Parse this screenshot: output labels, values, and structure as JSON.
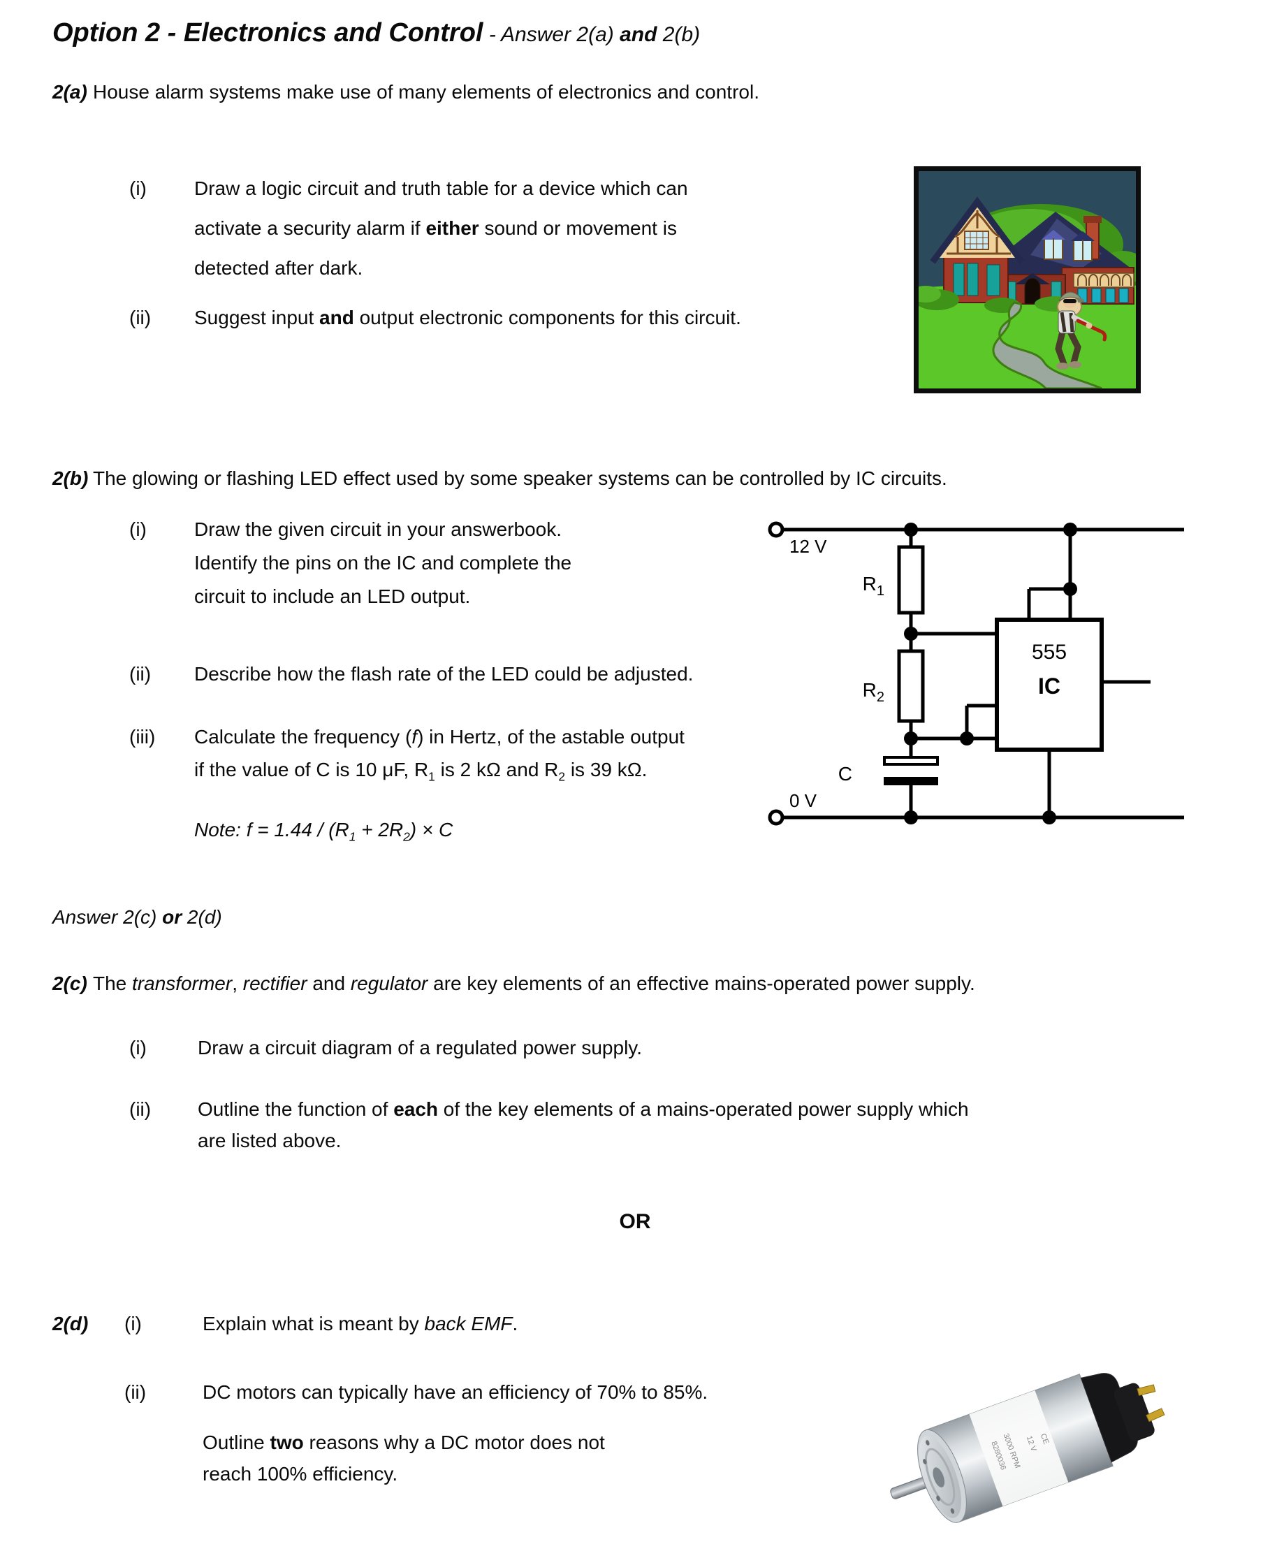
{
  "title": {
    "main": "Option 2 - Electronics and Control",
    "sub_pre": " - Answer 2(a) ",
    "sub_bold": "and",
    "sub_post": " 2(b)"
  },
  "q2a": {
    "label": "2(a)",
    "intro": "House alarm systems make use of many elements of electronics and control.",
    "i": {
      "label": "(i)",
      "line1": "Draw a logic circuit and truth table for a device which can",
      "line2_pre": "activate a security alarm if ",
      "line2_bold": "either",
      "line2_post": " sound or movement is",
      "line3": "detected after dark."
    },
    "ii": {
      "label": "(ii)",
      "pre": "Suggest input ",
      "bold": "and",
      "post": " output electronic components for this circuit."
    }
  },
  "q2b": {
    "label": "2(b)",
    "intro": "The glowing or flashing LED effect used by some speaker systems can be controlled by IC circuits.",
    "i": {
      "label": "(i)",
      "line1": "Draw the given circuit in your answerbook.",
      "line2": "Identify the pins on the IC and complete the",
      "line3": "circuit to include an LED output."
    },
    "ii": {
      "label": "(ii)",
      "text": "Describe how the flash rate of the LED could be adjusted."
    },
    "iii": {
      "label": "(iii)",
      "line1_pre": "Calculate the frequency (",
      "line1_f": "f",
      "line1_post": ") in Hertz, of the astable output",
      "line2_pre": "if the value of C is 10 μF, R",
      "line2_sub1": "1",
      "line2_mid": " is 2 kΩ and R",
      "line2_sub2": "2",
      "line2_post": " is 39 kΩ."
    },
    "note": {
      "pre": "Note: ",
      "f": "f",
      "mid1": " = 1.44 / (R",
      "sub1": "1",
      "mid2": " + 2R",
      "sub2": "2",
      "post": ") × C"
    }
  },
  "circuit": {
    "v12": "12 V",
    "v0": "0 V",
    "r1_base": "R",
    "r1_sub": "1",
    "r2_base": "R",
    "r2_sub": "2",
    "cap": "C",
    "ic_type": "555",
    "ic_name": "IC"
  },
  "answer_cd": {
    "pre": "Answer 2(c) ",
    "bold": "or",
    "post": " 2(d)"
  },
  "q2c": {
    "label": "2(c)",
    "intro_pre": "The ",
    "intro_it1": "transformer",
    "intro_m1": ", ",
    "intro_it2": "rectifier",
    "intro_m2": " and ",
    "intro_it3": "regulator",
    "intro_post": " are key elements of an effective mains-operated power supply.",
    "i": {
      "label": "(i)",
      "text": "Draw a circuit diagram of a regulated power supply."
    },
    "ii": {
      "label": "(ii)",
      "line1_pre": "Outline the function of ",
      "line1_bold": "each",
      "line1_post": " of the key elements of a mains-operated power supply which",
      "line2": "are listed above."
    }
  },
  "or_divider": "OR",
  "q2d": {
    "label": "2(d)",
    "i": {
      "label": "(i)",
      "pre": "Explain what is meant by ",
      "it": "back EMF",
      "post": "."
    },
    "ii": {
      "label": "(ii)",
      "line1": "DC motors can typically have an efficiency of 70% to 85%.",
      "line2_pre": "Outline ",
      "line2_bold": "two",
      "line2_post": " reasons why a DC motor does not",
      "line3": "reach 100% efficiency."
    }
  },
  "motor": {
    "serial": "8280036",
    "rpm": "3000 RPM",
    "voltage": "12 V",
    "ce": "CE"
  }
}
